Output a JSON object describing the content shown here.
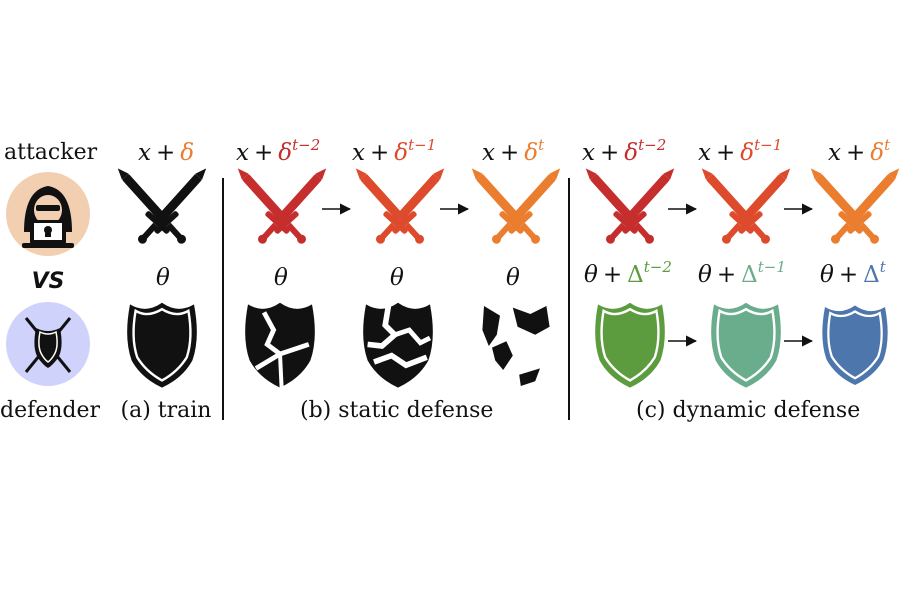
{
  "roles": {
    "attacker": "attacker",
    "defender": "defender",
    "vs": "VS"
  },
  "panels": {
    "a": {
      "caption": "(a) train"
    },
    "b": {
      "caption": "(b) static defense"
    },
    "c": {
      "caption": "(c) dynamic defense"
    }
  },
  "math": {
    "x": "x",
    "plus": "+",
    "delta": "δ",
    "theta": "θ",
    "Delta": "Δ",
    "t2": "t−2",
    "t1": "t−1",
    "t": "t"
  },
  "colors": {
    "black": "#111111",
    "red": "#c62d2d",
    "redorange": "#de4a2c",
    "orange": "#ea7d2e",
    "green": "#5c9b3e",
    "teal": "#69ad8c",
    "blue": "#4d76ad",
    "attacker_bg": "#f3cfb2",
    "defender_bg": "#cfd3fb"
  },
  "icons": {
    "attacker": "hacker-icon",
    "defender": "shield-swords-icon",
    "swords": "crossed-swords-icon",
    "shield": "shield-icon",
    "broken_shield": "broken-shield-icon"
  }
}
